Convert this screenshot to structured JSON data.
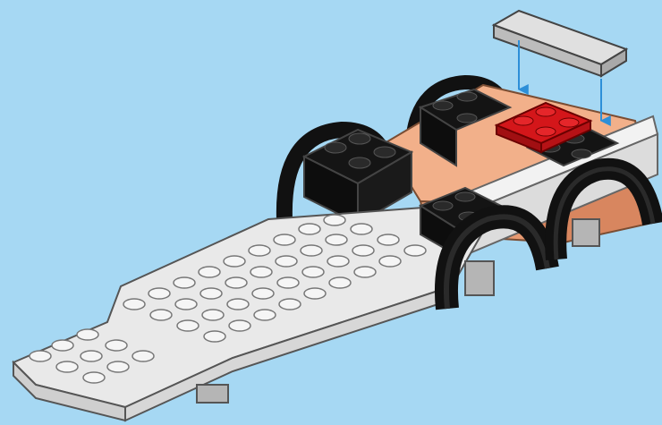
{
  "scene": {
    "subject": "brick-vehicle-chassis-build-step",
    "background_color": "#a6d8f3",
    "parts": [
      {
        "name": "white-base-plate",
        "color": "#e9e9e9"
      },
      {
        "name": "black-wheel-arch",
        "color": "#121212"
      },
      {
        "name": "black-2x2-brick",
        "color": "#151515"
      },
      {
        "name": "peach-bricks",
        "color": "#f2b08a"
      },
      {
        "name": "red-2x2-plate",
        "color": "#d4161a"
      },
      {
        "name": "gray-tile-new-part",
        "color": "#cfcfcf"
      }
    ],
    "callout": {
      "type": "placement-arrows",
      "color": "#2d8fd8",
      "count": 2
    }
  }
}
